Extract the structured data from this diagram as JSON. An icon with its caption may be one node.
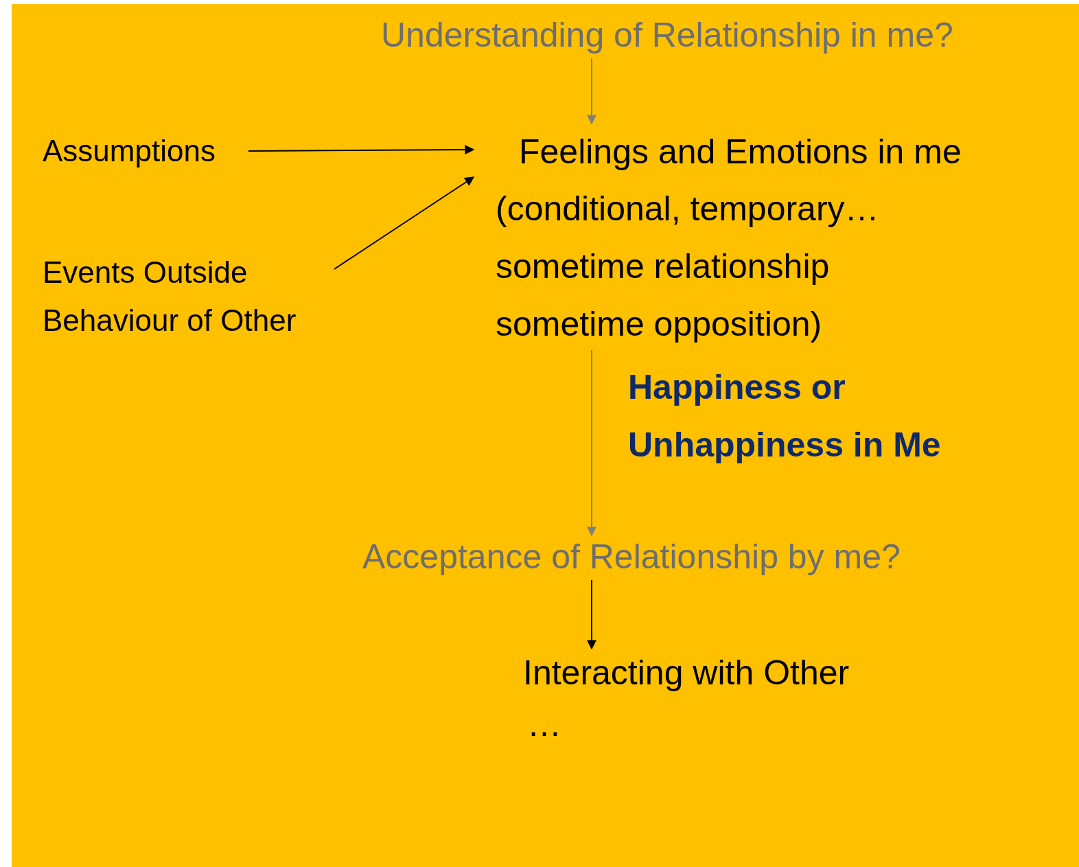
{
  "diagram": {
    "nodes": [
      {
        "text": [
          "Understanding of Relationship in me?"
        ]
      },
      {
        "text": [
          "Assumptions"
        ]
      },
      {
        "text": [
          "Events Outside Behaviour of Other"
        ]
      },
      {
        "text": [
          "Feelings and Emotions in me",
          "(conditional, temporary… sometime relationship sometime opposition)"
        ]
      },
      {
        "text": [
          "Acceptance of Relationship by me?"
        ]
      },
      {
        "text": [
          "Interacting with Other",
          "…"
        ]
      }
    ],
    "edges": [
      {
        "from": 0,
        "to": 3,
        "arrow": "to",
        "color": "#808080"
      },
      {
        "from": 1,
        "to": 3,
        "arrow": "to"
      },
      {
        "from": 2,
        "to": 3,
        "arrow": "to"
      },
      {
        "from": 3,
        "to": 4,
        "arrow": "to",
        "label": "Happiness or Unhappiness in Me",
        "color": "#808080"
      },
      {
        "from": 4,
        "to": 5,
        "arrow": "to"
      }
    ]
  }
}
